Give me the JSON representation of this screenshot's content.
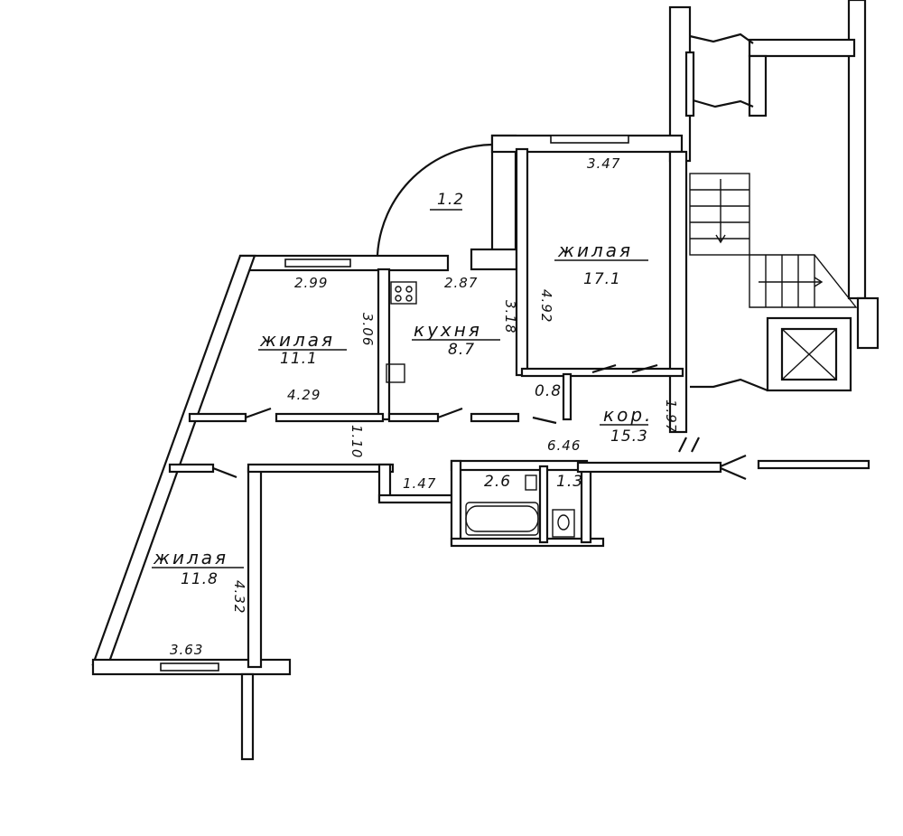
{
  "rooms": {
    "vestibule": {
      "area": "1.2"
    },
    "living_big": {
      "name": "жилая",
      "area": "17.1",
      "width": "3.47",
      "length": "4.92"
    },
    "living_mid": {
      "name": "жилая",
      "area": "11.1",
      "top_width": "2.99",
      "bottom_width": "4.29",
      "height": "3.06"
    },
    "kitchen": {
      "name": "кухня",
      "area": "8.7",
      "width": "2.87",
      "height": "3.18"
    },
    "closet": {
      "area": "0.8"
    },
    "corridor": {
      "name": "кор.",
      "area": "15.3",
      "length": "6.46",
      "width": "1.97",
      "passage": "1.10",
      "niche": "1.47"
    },
    "bathroom": {
      "area": "2.6"
    },
    "toilet": {
      "area": "1.3"
    },
    "living_small": {
      "name": "жилая",
      "area": "11.8",
      "width": "3.63",
      "height": "4.32"
    }
  }
}
